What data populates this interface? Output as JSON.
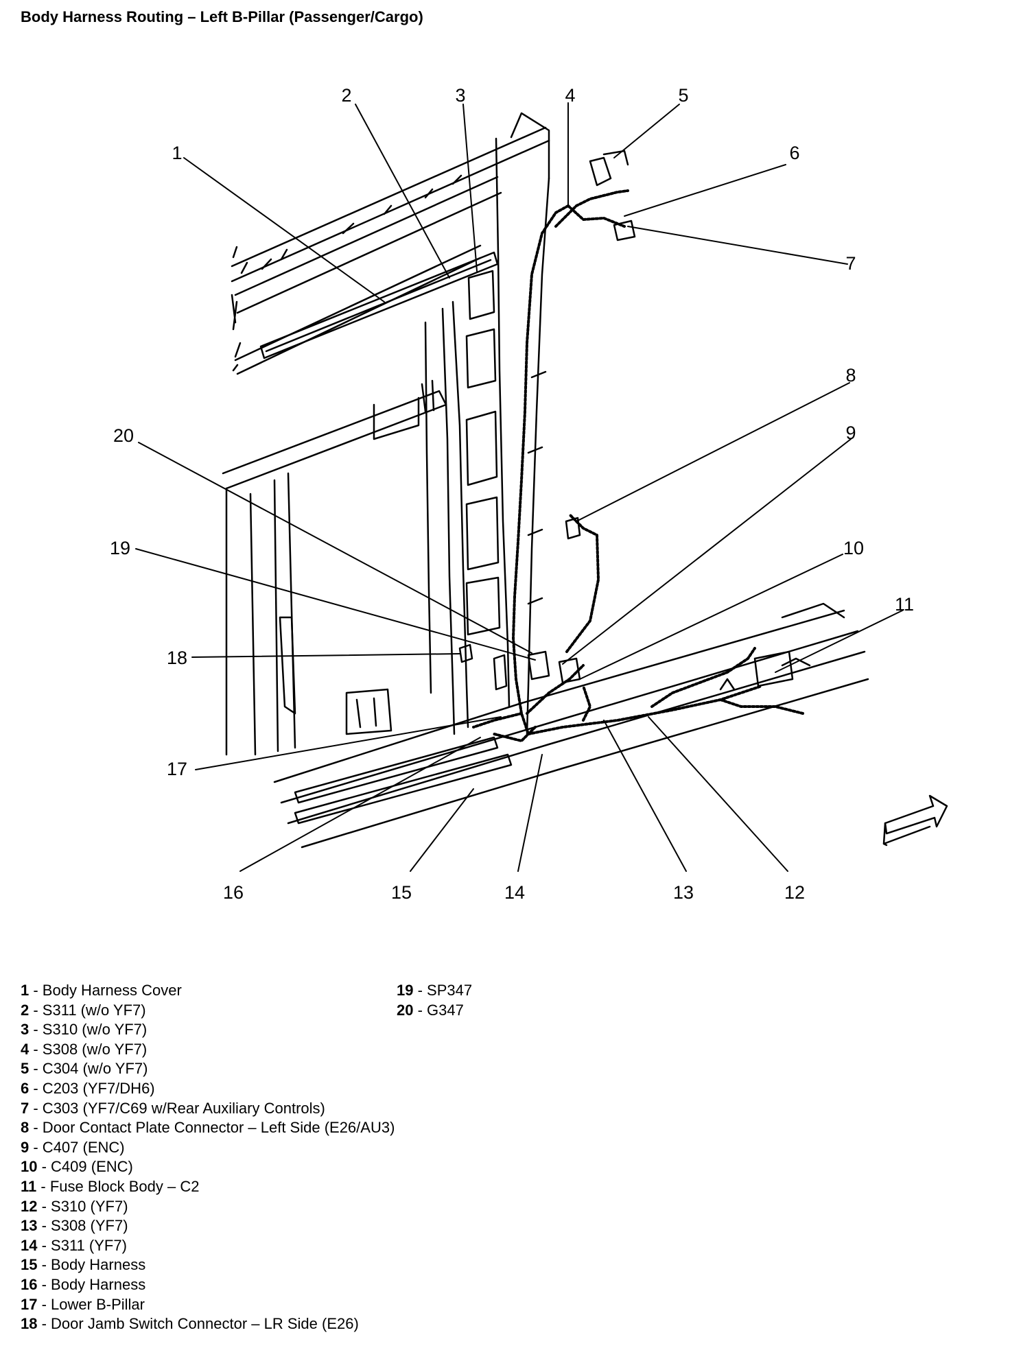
{
  "title": "Body Harness Routing – Left B-Pillar (Passenger/Cargo)",
  "callouts": [
    "1",
    "2",
    "3",
    "4",
    "5",
    "6",
    "7",
    "8",
    "9",
    "10",
    "11",
    "12",
    "13",
    "14",
    "15",
    "16",
    "17",
    "18",
    "19",
    "20"
  ],
  "legend": [
    {
      "num": "1",
      "text": " - Body Harness Cover"
    },
    {
      "num": "2",
      "text": " - S311 (w/o YF7)"
    },
    {
      "num": "3",
      "text": " - S310 (w/o YF7)"
    },
    {
      "num": "4",
      "text": " - S308 (w/o YF7)"
    },
    {
      "num": "5",
      "text": " - C304 (w/o YF7)"
    },
    {
      "num": "6",
      "text": " - C203 (YF7/DH6)"
    },
    {
      "num": "7",
      "text": " - C303 (YF7/C69 w/Rear Auxiliary Controls)"
    },
    {
      "num": "8",
      "text": " - Door Contact Plate Connector – Left Side (E26/AU3)"
    },
    {
      "num": "9",
      "text": " - C407 (ENC)"
    },
    {
      "num": "10",
      "text": " - C409 (ENC)"
    },
    {
      "num": "11",
      "text": " - Fuse Block Body – C2"
    },
    {
      "num": "12",
      "text": " - S310 (YF7)"
    },
    {
      "num": "13",
      "text": " - S308 (YF7)"
    },
    {
      "num": "14",
      "text": " - S311 (YF7)"
    },
    {
      "num": "15",
      "text": " - Body Harness"
    },
    {
      "num": "16",
      "text": " - Body Harness"
    },
    {
      "num": "17",
      "text": " - Lower B-Pillar"
    },
    {
      "num": "18",
      "text": " - Door Jamb Switch Connector – LR Side (E26)"
    },
    {
      "num": "19",
      "text": " - SP347"
    },
    {
      "num": "20",
      "text": " - G347"
    }
  ]
}
